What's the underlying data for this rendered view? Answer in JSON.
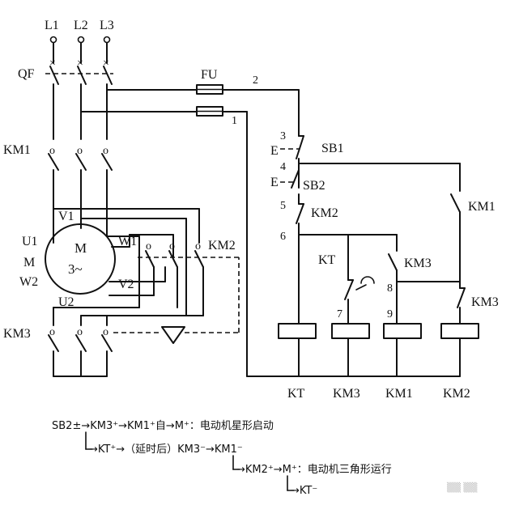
{
  "power": {
    "phases": [
      "L1",
      "L2",
      "L3"
    ],
    "breaker": "QF",
    "fuse": "FU",
    "wire_2": "2",
    "wire_1": "1",
    "km1": "KM1",
    "km3": "KM3",
    "km2": "KM2"
  },
  "motor": {
    "letter": "M",
    "phase": "3~",
    "u1": "U1",
    "m": "M",
    "w2": "W2",
    "v1": "V1",
    "w1": "W1",
    "v2": "V2",
    "u2": "U2"
  },
  "control": {
    "n3": "3",
    "n4": "4",
    "n5": "5",
    "n6": "6",
    "n7": "7",
    "n8": "8",
    "n9": "9",
    "sb1": "SB1",
    "sb2": "SB2",
    "e1": "E",
    "e2": "E",
    "km2_nc": "KM2",
    "km1_hold": "KM1",
    "kt": "KT",
    "km3_no": "KM3",
    "km3_nc": "KM3",
    "coils": [
      "KT",
      "KM3",
      "KM1",
      "KM2"
    ]
  },
  "sequence": {
    "line1": "SB2±→KM3⁺→KM1⁺自→M⁺：电动机星形启动",
    "line2": "→KT⁺→（延时后）KM3⁻→KM1⁻",
    "line3": "→KM2⁺→M⁺：电动机三角形运行",
    "line4": "→KT⁻"
  },
  "watermark": "▒▒ ▒▒"
}
